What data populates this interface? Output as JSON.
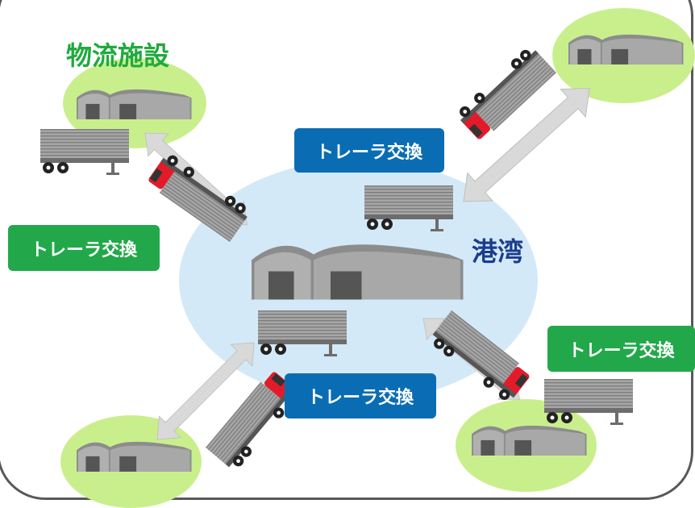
{
  "colors": {
    "harbor_bg": "#d4e9f7",
    "facility_bg": "#c9ef8d",
    "green_label": "#22a84a",
    "blue_label": "#0a6db4",
    "harbor_text": "#1a3e8c",
    "facility_text": "#1faa3d",
    "arrow_fill": "#d9d9d9",
    "truck_red": "#e21b2b",
    "trailer_gray": "#9e9e9e"
  },
  "facility_title": "物流施設",
  "harbor_title": "港湾",
  "exchange_labels": {
    "top_right": "トレーラ交換",
    "left": "トレーラ交換",
    "bottom_center": "トレーラ交換",
    "right": "トレーラ交換"
  }
}
